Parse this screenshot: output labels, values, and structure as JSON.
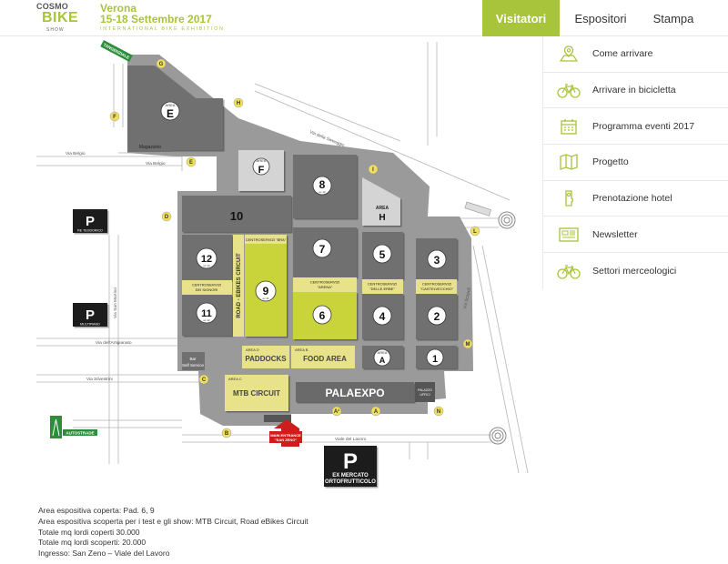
{
  "logo": {
    "top": "COSMO",
    "main": "BIKE",
    "bottom": "SHOW"
  },
  "brand": {
    "city": "Verona",
    "dates": "15-18 Settembre 2017",
    "subtitle": "INTERNATIONAL BIKE EXHIBITION"
  },
  "nav": {
    "tabs": [
      "Visitatori",
      "Espositori",
      "Stampa"
    ],
    "active": "Visitatori"
  },
  "sidebar": {
    "items": [
      {
        "label": "Come arrivare",
        "icon": "map-pin-icon"
      },
      {
        "label": "Arrivare in bicicletta",
        "icon": "bicycle-icon"
      },
      {
        "label": "Programma eventi 2017",
        "icon": "calendar-icon"
      },
      {
        "label": "Progetto",
        "icon": "map-fold-icon"
      },
      {
        "label": "Prenotazione hotel",
        "icon": "hotel-tag-icon"
      },
      {
        "label": "Newsletter",
        "icon": "newspaper-icon"
      },
      {
        "label": "Settori merceologici",
        "icon": "bicycle-icon"
      }
    ]
  },
  "map": {
    "areas": {
      "e_label": "AREA",
      "e": "E",
      "f_label": "AREA",
      "f": "F",
      "h_label": "AREA",
      "h": "H",
      "a_label": "AREA",
      "a": "A",
      "magazzino": "Magazzino",
      "bar": "Bar",
      "self_service": "Self Service"
    },
    "pads": {
      "p10": "10",
      "p8": "8",
      "p7": "7",
      "p5": "5",
      "p3": "3",
      "p4": "4",
      "p2": "2",
      "p12": "12",
      "p11": "11",
      "p9": "9",
      "p6": "6",
      "p1": "1",
      "sub8": "ex 10",
      "sub12": "ex 13",
      "sub11": "ex 12",
      "sub9": "ex 11"
    },
    "centri": {
      "bra_l1": "CENTROSERVIZI \"BRA\"",
      "signori_l1": "CENTROSERVIZI",
      "signori_l2": "DEI SIGNORI",
      "arena_l1": "CENTROSERVIZI",
      "arena_l2": "\"ARENA\"",
      "erbe_l1": "CENTROSERVIZI",
      "erbe_l2": "\"DELLE ERBE\"",
      "castel_l1": "CENTROSERVIZI",
      "castel_l2": "\"CASTELVECCHIO\""
    },
    "zones": {
      "road_circuit": "ROAD - EBIKES CIRCUIT",
      "paddocks_area": "AREA D",
      "paddocks": "PADDOCKS",
      "food_area": "AREA B",
      "food": "FOOD AREA",
      "mtb_area": "AREA C",
      "mtb": "MTB CIRCUIT",
      "palaexpo": "PALAEXPO",
      "palazzo_l1": "PALAZZO",
      "palazzo_l2": "UFFICI"
    },
    "gates": [
      "G",
      "H",
      "F",
      "E",
      "I",
      "D",
      "L",
      "M",
      "C",
      "B",
      "A¹",
      "A",
      "N"
    ],
    "streets": {
      "belgio1": "Via Belgio",
      "belgio2": "Via Belgio",
      "sweeggio": "Via della Sweeggio",
      "scopoli": "Via Scopoli",
      "artigianato": "Via dell'Artigianato",
      "silvestrini": "Via Silvestrini",
      "lavoro": "Viale del Lavoro",
      "sanmartino": "Via San Martino"
    },
    "parking": {
      "re_teodorico": "RE TEODORICO",
      "multipiano": "MULTIPIANO",
      "ex_mercato_l1": "EX MERCATO",
      "ex_mercato_l2": "ORTOFRUTTICOLO",
      "symbol": "P"
    },
    "signs": {
      "tangenziale": "TANGENZIALE",
      "autostrade": "AUTOSTRADE",
      "main_entrance_l1": "MAIN ENTRANCE",
      "main_entrance_l2": "\"SAN ZENO\""
    }
  },
  "info": {
    "lines": [
      "Area espositiva coperta: Pad. 6, 9",
      "Area espositiva scoperta per i test e gli show: MTB Circuit, Road eBikes Circuit",
      "Totale mq lordi coperti 30.000",
      "Totale mq lordi scoperti: 20.000",
      "Ingresso: San Zeno – Viale del Lavoro"
    ]
  },
  "colors": {
    "accent": "#a8c43a",
    "hall_dark": "#6e6e6e",
    "ground": "#9a9a9a",
    "yellow": "#c9d43a",
    "light_yellow": "#e8e28a",
    "gate": "#f2df60"
  }
}
